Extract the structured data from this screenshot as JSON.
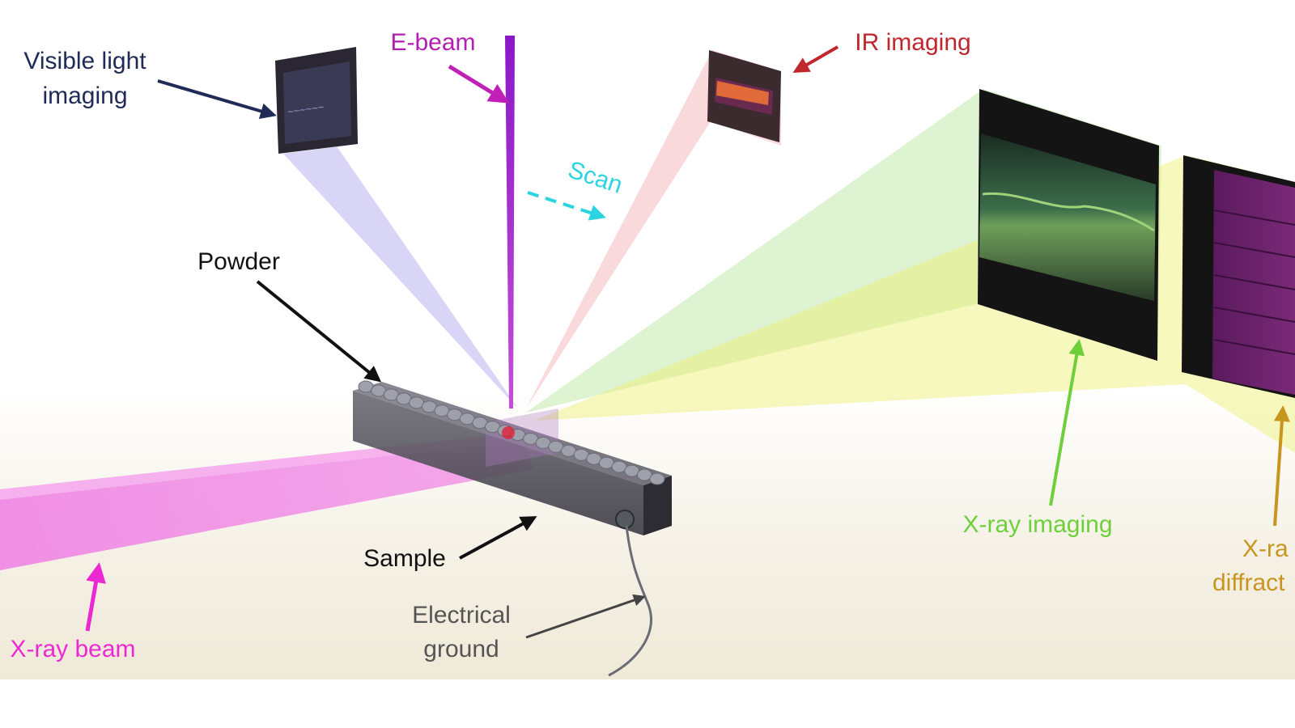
{
  "labels": {
    "visible_light_line1": "Visible light",
    "visible_light_line2": "imaging",
    "ebeam": "E-beam",
    "ir_imaging": "IR imaging",
    "scan": "Scan",
    "powder": "Powder",
    "sample": "Sample",
    "electrical_ground_line1": "Electrical",
    "electrical_ground_line2": "ground",
    "xray_imaging": "X-ray imaging",
    "xray_diffraction_line1": "X-ra",
    "xray_diffraction_line2": "diffract",
    "xray_beam": "X-ray beam"
  },
  "colors": {
    "visible_light": "#1f2a56",
    "ebeam": "#b01fb0",
    "ir_imaging": "#c0272d",
    "scan": "#2ad4e0",
    "black": "#111111",
    "electrical_ground": "#555555",
    "xray_imaging": "#6fcf3a",
    "xray_diffraction": "#c8961e",
    "xray_beam": "#ec28d2"
  }
}
